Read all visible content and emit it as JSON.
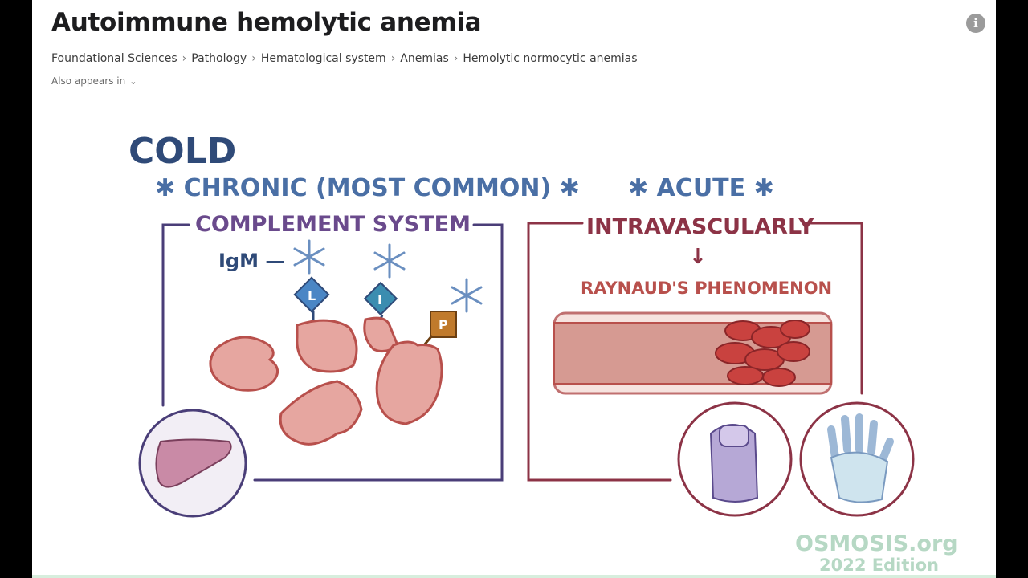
{
  "header": {
    "title": "Autoimmune hemolytic anemia",
    "info_icon": "info-icon"
  },
  "breadcrumb": [
    "Foundational Sciences",
    "Pathology",
    "Hematological system",
    "Anemias",
    "Hemolytic normocytic anemias"
  ],
  "also_appears_in": "Also appears in",
  "slide": {
    "heading": "COLD",
    "left_subtitle": "✱ CHRONIC (MOST COMMON) ✱",
    "right_subtitle": "✱ ACUTE ✱",
    "left_box_label": "COMPLEMENT SYSTEM",
    "right_box_label": "INTRAVASCULARLY",
    "igm_label": "IgM —",
    "phenomenon": "RAYNAUD'S PHENOMENON",
    "arrow": "↓",
    "watermark": "OSMOSIS.org",
    "watermark_sub": "2022 Edition",
    "colors": {
      "navy": "#2f4a78",
      "purple": "#6a4a8c",
      "maroon": "#8c3346",
      "cell": "#e6a6a0",
      "cell_stroke": "#b8504c",
      "blood": "#c9423f"
    }
  }
}
